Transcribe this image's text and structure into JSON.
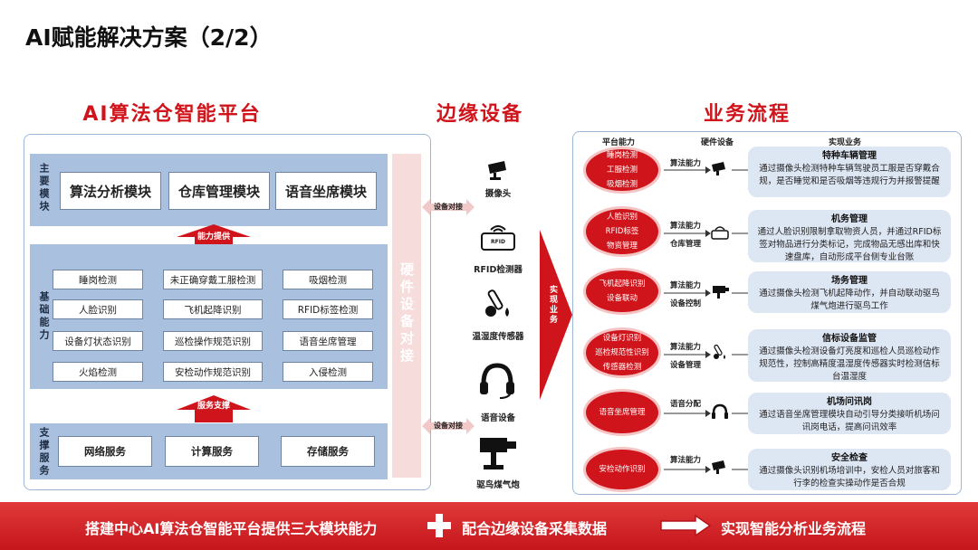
{
  "title": "AI赋能解决方案（2/2）",
  "sections": {
    "platform": "AI算法仓智能平台",
    "edge": "边缘设备",
    "business": "业务流程"
  },
  "platform": {
    "main_label": "主要模块",
    "main_modules": [
      "算法分析模块",
      "仓库管理模块",
      "语音坐席模块"
    ],
    "arrow_top_label": "能力提供",
    "base_label": "基础能力",
    "capabilities": [
      [
        "睡岗检测",
        "未正确穿戴工服检测",
        "吸烟检测"
      ],
      [
        "人脸识别",
        "飞机起降识别",
        "RFID标签检测"
      ],
      [
        "设备灯状态识别",
        "巡检操作规范识别",
        "语音坐席管理"
      ],
      [
        "火焰检测",
        "安检动作规范识别",
        "入侵检测"
      ]
    ],
    "arrow_bottom_label": "服务支撑",
    "support_label": "支撑服务",
    "services": [
      "网络服务",
      "计算服务",
      "存储服务"
    ],
    "hw_dock": "硬件设备对接"
  },
  "edge": {
    "dock_top": "设备对接",
    "dock_bottom": "设备对接",
    "devices": [
      "摄像头",
      "RFID检测器",
      "温湿度传感器",
      "语音设备",
      "驱鸟煤气炮"
    ],
    "rfid_badge": "RFID",
    "arrow_label": "实现业务"
  },
  "business": {
    "headers": [
      "平台能力",
      "硬件设备",
      "实现业务"
    ],
    "rows": [
      {
        "circle": [
          "睡岗检测",
          "工服检测",
          "吸烟检测"
        ],
        "tag": "算法能力",
        "title": "特种车辆管理",
        "desc": "通过摄像头检测特种车辆驾驶员工服是否穿戴合规，是否睡觉和是否吸烟等违规行为并报警提醒"
      },
      {
        "circle": [
          "人脸识别",
          "RFID标签",
          "物资管理"
        ],
        "tag": "算法能力 仓库管理",
        "title": "机务管理",
        "desc": "通过人脸识别限制拿取物资人员，并通过RFID标签对物品进行分类标记，完成物品无感出库和快速盘库，自动形成平台侧专业台账"
      },
      {
        "circle": [
          "飞机起降识别",
          "设备联动"
        ],
        "tag": "算法能力 设备控制",
        "title": "场务管理",
        "desc": "通过摄像头检测飞机起降动作，并自动联动驱鸟煤气炮进行驱鸟工作"
      },
      {
        "circle": [
          "设备灯识别",
          "巡检规范性识别",
          "传感器检测"
        ],
        "tag": "算法能力 设备管理",
        "title": "信标设备监管",
        "desc": "通过摄像头检测设备灯亮度和巡检人员巡检动作规范性，控制高精度温湿度传感器实时检测信标台温湿度"
      },
      {
        "circle": [
          "语音坐席管理"
        ],
        "tag": "语音分配",
        "title": "机场问讯岗",
        "desc": "通过语音坐席管理模块自动引导分类接听机场问讯岗电话，提高问讯效率"
      },
      {
        "circle": [
          "安检动作识别"
        ],
        "tag": "算法能力",
        "title": "安全检查",
        "desc": "通过摄像头识别机场培训中，安检人员对旅客和行李的检查实操动作是否合规"
      }
    ]
  },
  "footer": {
    "part1": "搭建中心AI算法仓智能平台提供三大模块能力",
    "part2": "配合边缘设备采集数据",
    "part3": "实现智能分析业务流程"
  },
  "colors": {
    "accent_red": "#d0141b",
    "panel_blue": "#a9c0de",
    "desc_blue": "#dde6f3"
  }
}
